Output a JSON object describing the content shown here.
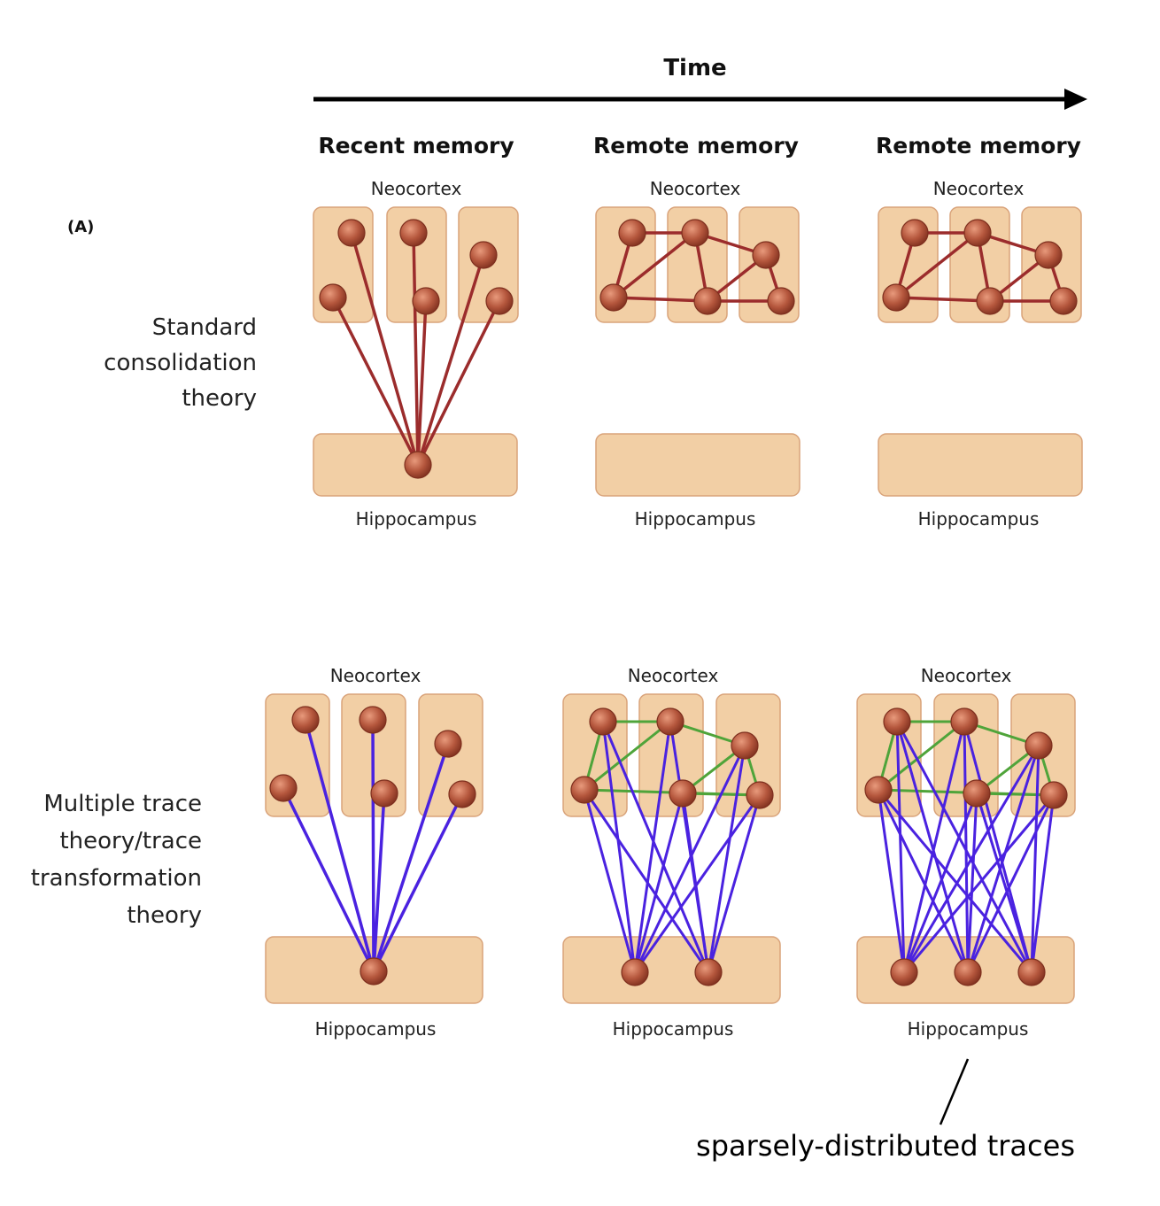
{
  "time_label": "Time",
  "panel_letter": "(A)",
  "columns": [
    {
      "title": "Recent memory"
    },
    {
      "title": "Remote memory"
    },
    {
      "title": "Remote memory"
    }
  ],
  "labels": {
    "neocortex": "Neocortex",
    "hippocampus": "Hippocampus"
  },
  "rows": [
    {
      "theory_lines": [
        "Standard",
        "consolidation",
        "theory"
      ]
    },
    {
      "theory_lines": [
        "Multiple trace",
        "theory/trace",
        "transformation",
        "theory"
      ]
    }
  ],
  "annotation": "sparsely-distributed traces",
  "colors": {
    "box_fill": "#f2cfa5",
    "box_stroke": "#d9a37a",
    "neuron_fill": "#b5573d",
    "neuron_stroke": "#7e2f1e",
    "hippocampal_neocortical_link_standard": "#9b2c2c",
    "hippocampal_neocortical_link_multiple_trace": "#4a22e0",
    "cortico_cortical_link_standard": "#9b2c2c",
    "cortico_cortical_link_multiple_trace": "#4fa43a",
    "time_arrow": "#000000"
  }
}
